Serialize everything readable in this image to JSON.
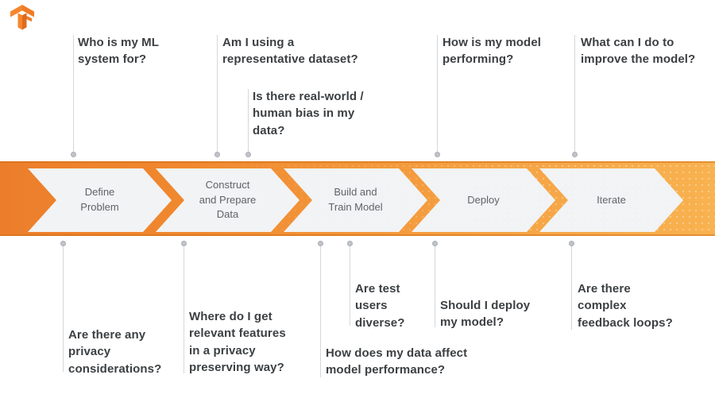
{
  "pipeline": {
    "stages": [
      {
        "label": "Define\nProblem"
      },
      {
        "label": "Construct\nand Prepare\nData"
      },
      {
        "label": "Build and\nTrain Model"
      },
      {
        "label": "Deploy"
      },
      {
        "label": "Iterate"
      }
    ]
  },
  "questions": {
    "top": [
      {
        "text": "Who is my ML\nsystem for?"
      },
      {
        "text": "Am I using a\nrepresentative dataset?"
      },
      {
        "text": "Is there real-world /\nhuman bias in my\ndata?"
      },
      {
        "text": "How is my model\nperforming?"
      },
      {
        "text": "What can I do to\nimprove the model?"
      }
    ],
    "bottom": [
      {
        "text": "Are there any\nprivacy\nconsiderations?"
      },
      {
        "text": "Where do I get\nrelevant features\nin a privacy\npreserving way?"
      },
      {
        "text": "Are test\nusers\ndiverse?"
      },
      {
        "text": "How does my data affect\nmodel performance?"
      },
      {
        "text": "Should I deploy\nmy model?"
      },
      {
        "text": "Are there\ncomplex\nfeedback loops?"
      }
    ]
  },
  "colors": {
    "banner_left": "#ec7e2b",
    "banner_right": "#f8b250",
    "chevron_fill": "#f1f3f4",
    "stage_text": "#5f6368",
    "question_text": "#3c4043",
    "connector_line": "#d4d7da",
    "connector_dot": "#c0c3c7",
    "logo_light": "#f5872d",
    "logo_mid": "#ef7c25",
    "logo_dark": "#de6a1f"
  }
}
